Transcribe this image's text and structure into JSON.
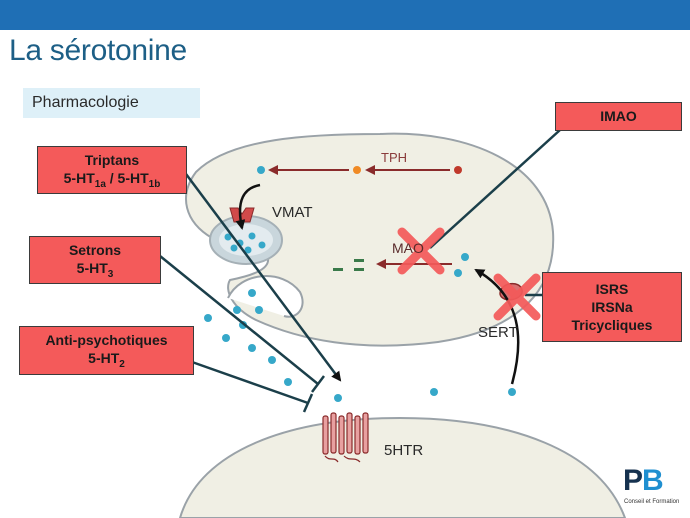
{
  "header": {
    "title": "La sérotonine",
    "subtitle": "Pharmacologie"
  },
  "labels": {
    "tph": "TPH",
    "vmat": "VMAT",
    "mao": "MAO",
    "sert": "SERT",
    "receptor": "5HTR"
  },
  "boxes": {
    "imao": {
      "line1": "IMAO"
    },
    "triptans": {
      "line1": "Triptans",
      "line2_a": "5-HT",
      "line2_a_sub": "1a",
      "line2_sep": " / 5-HT",
      "line2_b_sub": "1b"
    },
    "setrons": {
      "line1": "Setrons",
      "line2": "5-HT",
      "line2_sub": "3"
    },
    "antipsychotiques": {
      "line1": "Anti-psychotiques",
      "line2": "5-HT",
      "line2_sub": "2"
    },
    "isrs": {
      "line1": "ISRS",
      "line2": "IRSNa",
      "line3": "Tricycliques"
    }
  },
  "logo": {
    "letters_p": "P",
    "letters_b": "B",
    "tagline": "Conseil et Formation"
  },
  "colors": {
    "box_fill": "#f45a5a",
    "title": "#1d5f86",
    "topbar": "#1f6fb5",
    "cell_fill": "#f0efe4",
    "serotonin": "#36a8c9",
    "arrow": "#1b3f4a",
    "cross": "#f45a5a"
  }
}
